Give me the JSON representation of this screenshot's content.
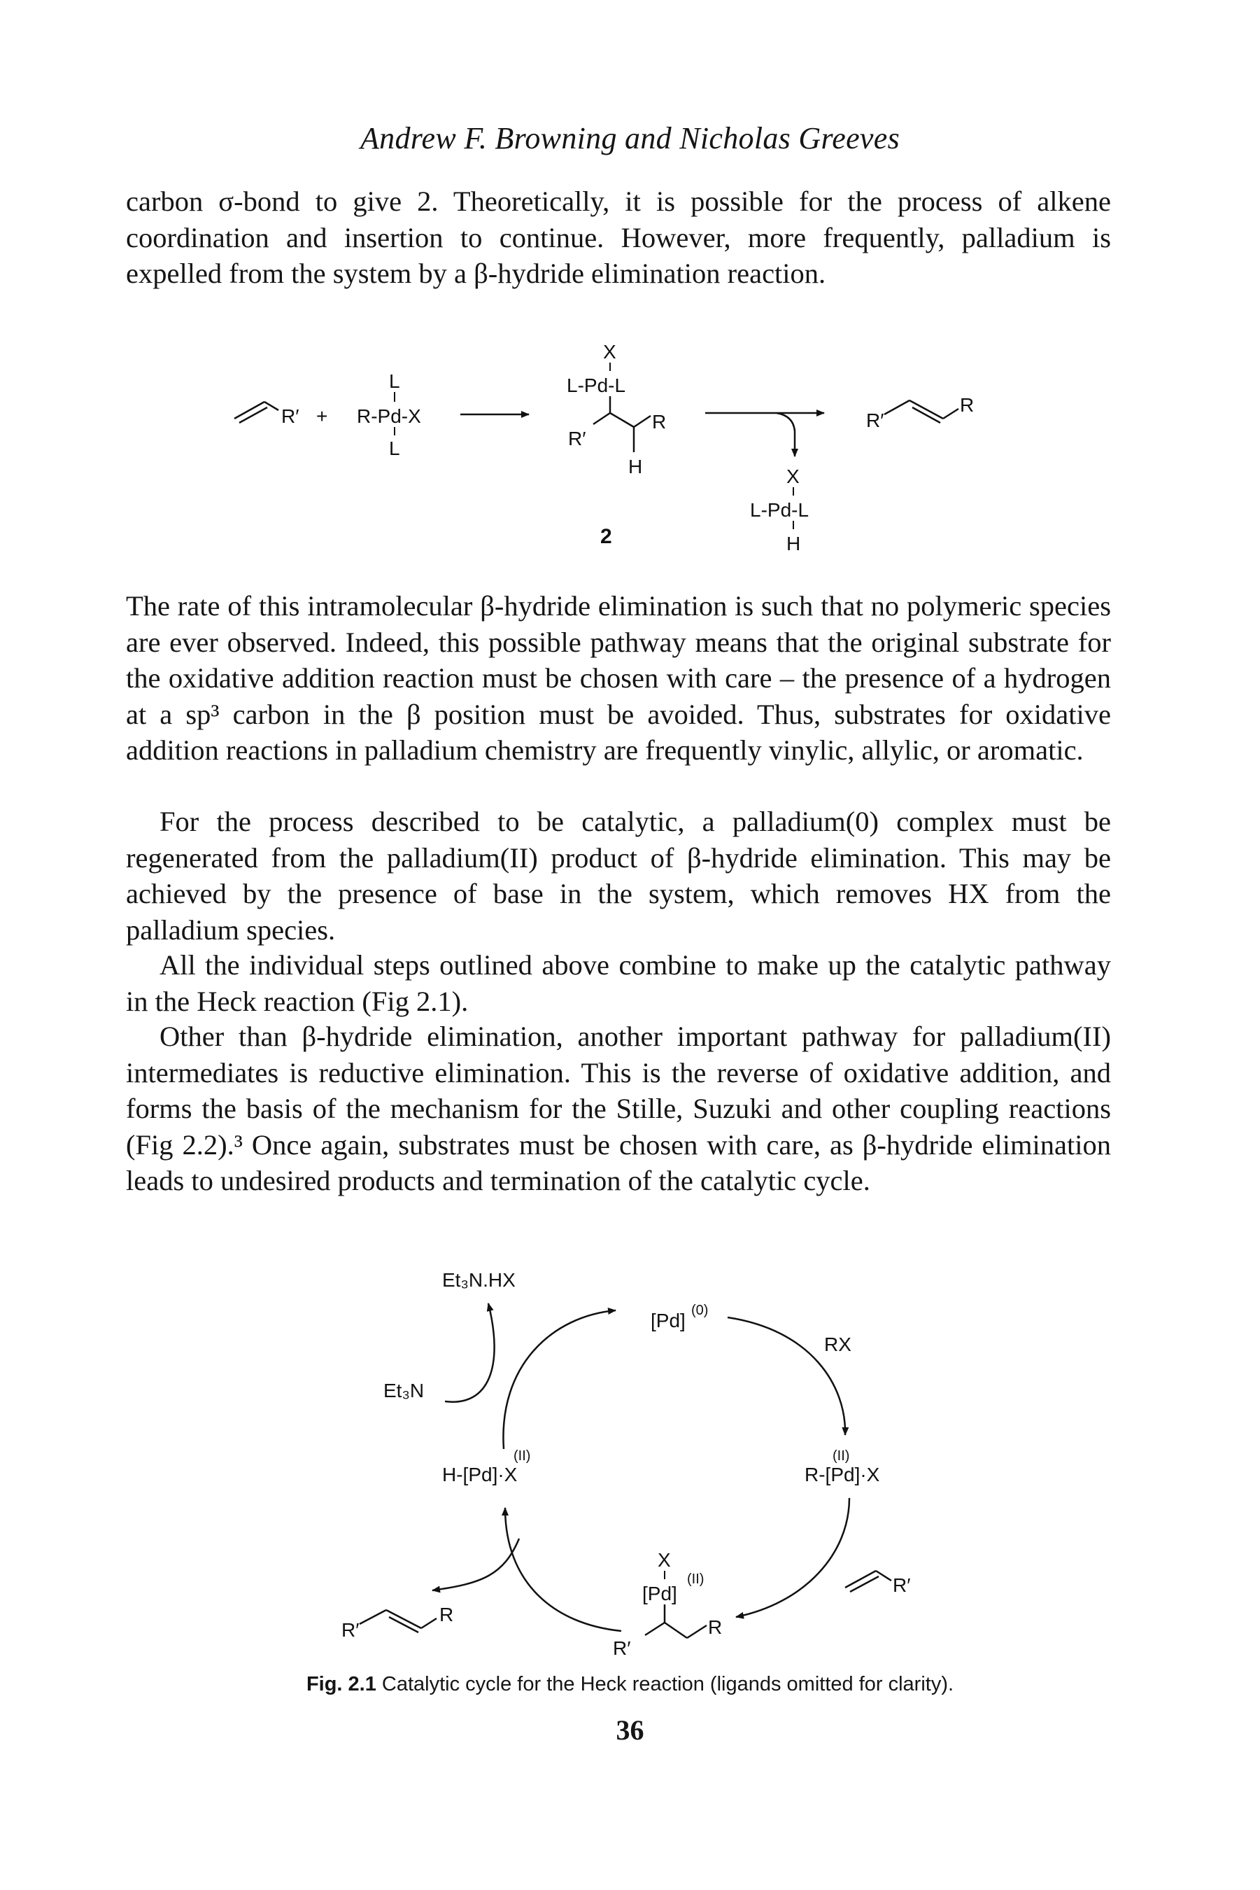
{
  "header": {
    "running_head": "Andrew F. Browning and Nicholas Greeves"
  },
  "paragraphs": {
    "p1": "carbon σ-bond to give 2. Theoretically, it is possible for the process of alkene coordination and insertion to continue. However, more frequently, palladium is expelled from the system by a β-hydride elimination reaction.",
    "p2": "The rate of this intramolecular β-hydride elimination is such that no polymeric species are ever observed. Indeed, this possible pathway means that the original substrate for the oxidative addition reaction must be chosen with care – the presence of a hydrogen at a sp³ carbon in the β position must be avoided. Thus, substrates for oxidative addition reactions in palladium chemistry are frequently vinylic, allylic, or aromatic.",
    "p3": "For the process described to be catalytic, a palladium(0) complex must be regenerated from the palladium(II) product of β-hydride elimination. This may be achieved by the presence of base in the system, which removes HX from the palladium species.",
    "p4": "All the individual steps outlined above combine to make up the catalytic pathway in the Heck reaction (Fig 2.1).",
    "p5": "Other than β-hydride elimination, another important pathway for palladium(II) intermediates is reductive elimination. This is the reverse of oxidative addition, and forms the basis of the mechanism for the Stille, Suzuki and other coupling reactions (Fig 2.2).³ Once again, substrates must be chosen with care, as β-hydride elimination leads to undesired products and termination of the catalytic cycle."
  },
  "scheme": {
    "alkene_sub": "R′",
    "plus": "+",
    "pd_top_l": "L",
    "pd_row": "R-Pd-X",
    "pd_bottom_l": "L",
    "int_x": "X",
    "int_row": "L-Pd-L",
    "int_r_left": "R′",
    "int_r_right": "R",
    "int_h": "H",
    "compound_number": "2",
    "prod_r_left": "R′",
    "prod_r_right": "R",
    "byprod_x": "X",
    "byprod_row": "L-Pd-L",
    "byprod_h": "H"
  },
  "cycle": {
    "et3n_hx": "Et₃N.HX",
    "et3n": "Et₃N",
    "pd0": "[Pd]",
    "pd0_ox": "(0)",
    "rx": "RX",
    "rpdx": "R-[Pd]·X",
    "rpdx_ox": "(II)",
    "alkene_sub": "R′",
    "mid_x": "X",
    "mid_pd": "[Pd]",
    "mid_ox": "(II)",
    "mid_r_left": "R′",
    "mid_r_right": "R",
    "hpdx": "H-[Pd]·X",
    "hpdx_ox": "(II)",
    "prod_r_left": "R′",
    "prod_r_right": "R"
  },
  "figure": {
    "label": "Fig. 2.1",
    "caption": "Catalytic cycle for the Heck reaction (ligands omitted for clarity)."
  },
  "footer": {
    "page_number": "36"
  }
}
